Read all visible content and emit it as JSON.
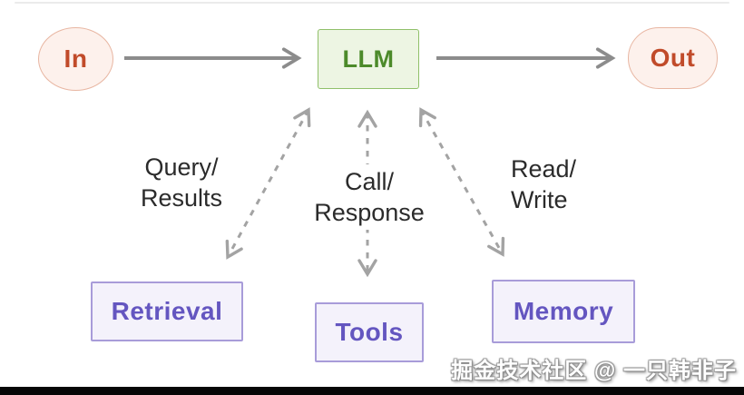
{
  "diagram": {
    "nodes": {
      "in": {
        "label": "In"
      },
      "llm": {
        "label": "LLM"
      },
      "out": {
        "label": "Out"
      },
      "retrieval": {
        "label": "Retrieval"
      },
      "tools": {
        "label": "Tools"
      },
      "memory": {
        "label": "Memory"
      }
    },
    "edge_labels": {
      "retrieval": {
        "line1": "Query/",
        "line2": "Results"
      },
      "tools": {
        "line1": "Call/",
        "line2": "Response"
      },
      "memory": {
        "line1": "Read/",
        "line2": "Write"
      }
    }
  },
  "watermark": {
    "text": "掘金技术社区 @ 一只韩非子"
  },
  "colors": {
    "page_bg": "#ffffff",
    "in_out_fill": "#fdf1ec",
    "in_out_border": "#e8b6a2",
    "in_out_text": "#c14b2a",
    "llm_fill": "#edf5e3",
    "llm_border": "#90c06a",
    "llm_text": "#4c8a2a",
    "module_fill": "#f4f2fb",
    "module_border": "#a89cd9",
    "module_text": "#6456c0",
    "solid_arrow": "#8c8c8c",
    "dashed_arrow": "#a3a3a3",
    "label_text": "#2b2b2b",
    "bottom_bar": "#060606"
  }
}
